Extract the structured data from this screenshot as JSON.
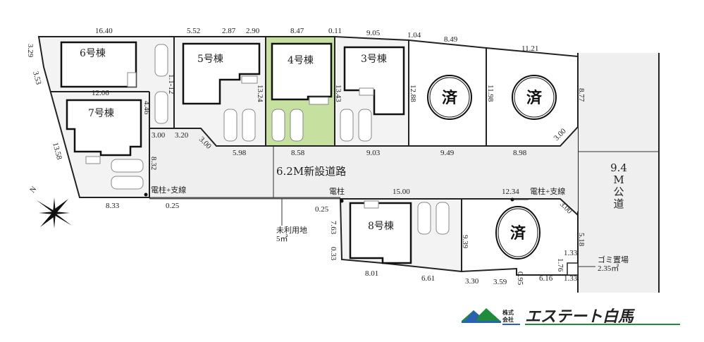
{
  "lots": {
    "lot6": "6号棟",
    "lot5": "5号棟",
    "lot4": "4号棟",
    "lot3": "3号棟",
    "lot7": "7号棟",
    "lot8": "8号棟",
    "sold": "済"
  },
  "lot4_highlight_color": "#c6e0a0",
  "roads": {
    "new_road": "6.2M新設道路",
    "public_road_width": "9.4",
    "public_road_m": "M",
    "public_road_1": "公",
    "public_road_2": "道"
  },
  "annotations": {
    "pole_guy_left": "電柱+支線",
    "pole": "電柱",
    "pole_guy_right": "電柱+支線",
    "unused_land": "未利用地",
    "unused_area": "5㎡",
    "garbage": "ゴミ置場",
    "garbage_area": "2.35㎡"
  },
  "dimensions": {
    "top_16_40": "16.40",
    "top_5_52": "5.52",
    "top_2_87": "2.87",
    "top_2_90": "2.90",
    "top_8_47": "8.47",
    "top_0_11": "0.11",
    "top_9_05": "9.05",
    "top_1_04": "1.04",
    "top_8_49": "8.49",
    "top_11_21": "11.21",
    "left_3_29": "3.29",
    "left_3_53": "3.53",
    "left_13_58": "13.58",
    "d_12_06": "12.06",
    "d_1_12": "1.1-12",
    "d_4_46": "4.46",
    "d_13_24": "13.24",
    "d_13_43": "13.43",
    "d_12_88": "12.88",
    "d_11_98": "11.98",
    "d_8_77": "8.77",
    "d_3_00a": "3.00",
    "d_3_20": "3.20",
    "d_3_00b": "3.00",
    "d_5_98": "5.98",
    "d_8_58": "8.58",
    "d_9_03": "9.03",
    "d_9_49": "9.49",
    "d_8_98": "8.98",
    "d_3_00c": "3.00",
    "d_8_32": "8.32",
    "d_8_33": "8.33",
    "d_0_25a": "0.25",
    "d_0_25b": "0.25",
    "d_15_00": "15.00",
    "d_12_34": "12.34",
    "d_3_00d": "3.00",
    "d_7_63": "7.63",
    "d_0_33": "0.33",
    "d_9_39": "9.39",
    "d_5_18": "5.18",
    "d_1_33a": "1.33",
    "d_1_76": "1.76",
    "d_1_33b": "1.33",
    "d_8_01": "8.01",
    "d_6_61": "6.61",
    "d_3_30": "3.30",
    "d_3_59": "3.59",
    "d_0_95": "0.95",
    "d_6_16": "6.16"
  },
  "compass": {
    "north": "N"
  },
  "logo": {
    "prefix_top": "株式",
    "prefix_bottom": "会社",
    "name": "エステート白馬"
  }
}
